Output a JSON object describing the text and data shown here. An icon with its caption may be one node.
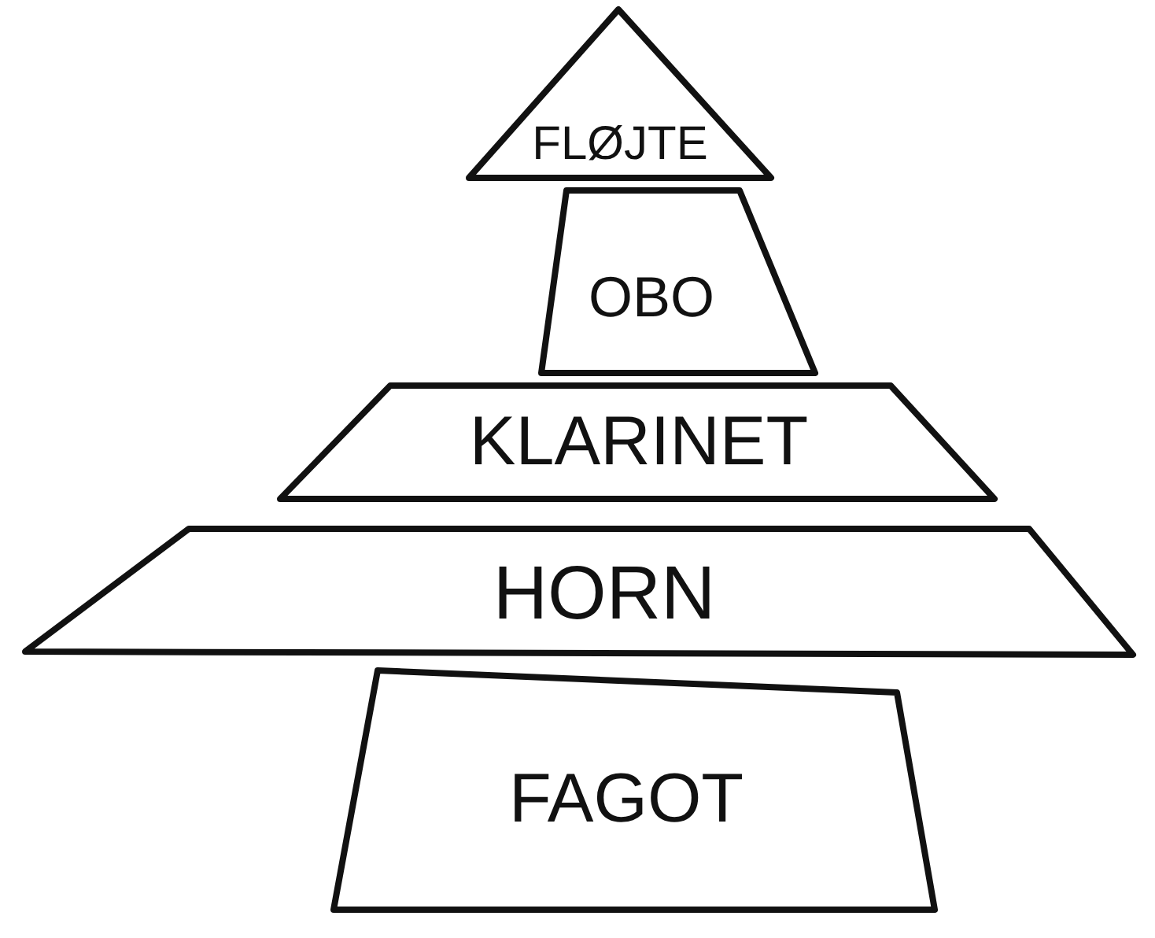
{
  "diagram": {
    "nodes": [
      {
        "text": [
          "FLØJTE"
        ]
      },
      {
        "text": [
          "OBO"
        ]
      },
      {
        "text": [
          "KLARINET"
        ]
      },
      {
        "text": [
          "HORN"
        ]
      },
      {
        "text": [
          "FAGOT"
        ]
      }
    ]
  }
}
